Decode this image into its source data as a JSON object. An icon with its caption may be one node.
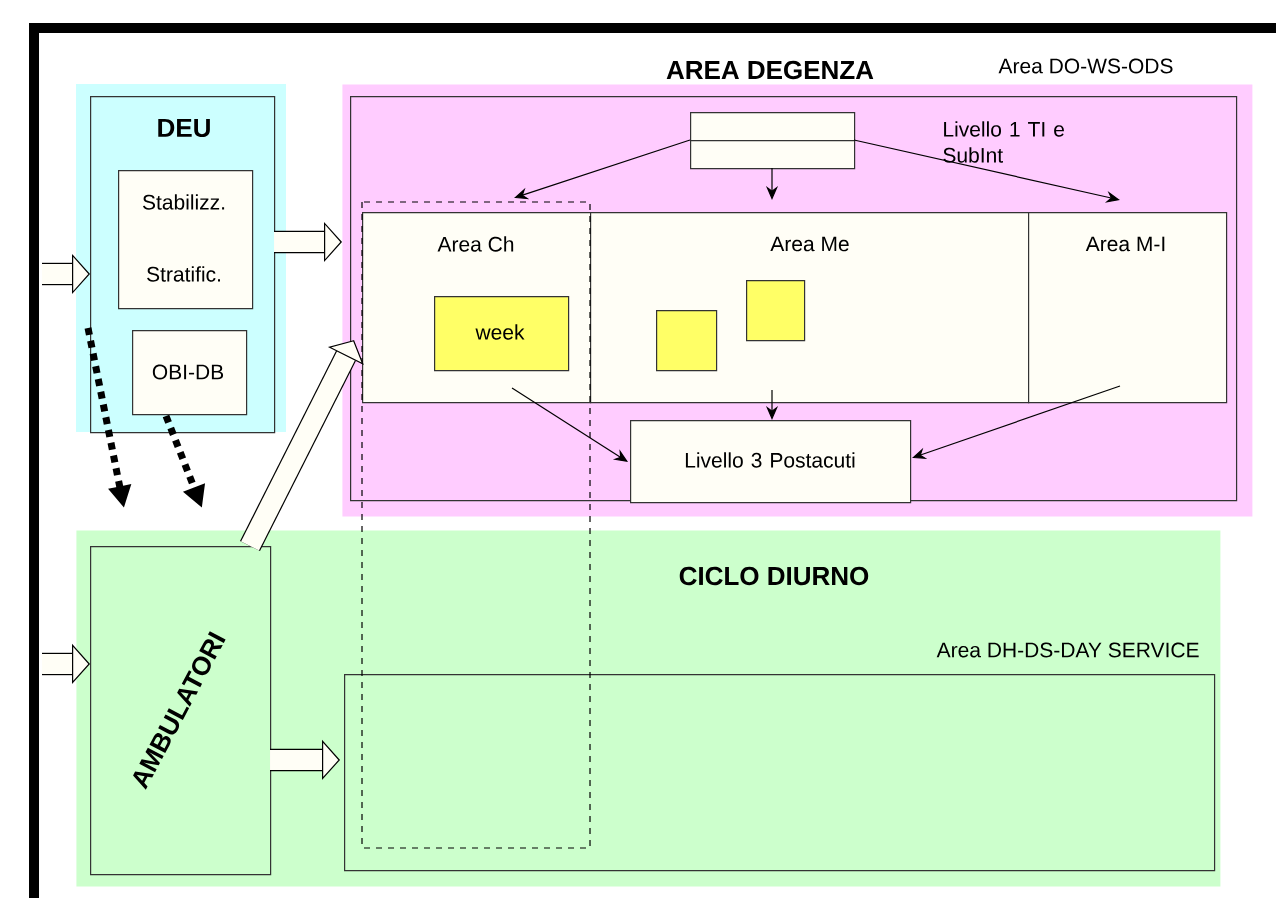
{
  "diagram": {
    "nodes": [
      {
        "text": [
          "DEU"
        ]
      },
      {
        "text": [
          "Stabilizz. Stratific."
        ],
        "in": 0
      },
      {
        "text": [
          "OBI-DB"
        ],
        "in": 0
      },
      {
        "text": [
          "AREA DEGENZA"
        ]
      },
      {
        "text": [
          "Area DO-WS-ODS"
        ],
        "in": 3
      },
      {
        "text": [],
        "shape": "box",
        "in": 4
      },
      {
        "text": [
          "Area Ch"
        ],
        "in": 4
      },
      {
        "text": [
          "week"
        ],
        "in": 6
      },
      {
        "text": [
          "Area Me"
        ],
        "in": 4
      },
      {
        "text": [],
        "shape": "box",
        "in": 8
      },
      {
        "text": [],
        "shape": "box",
        "in": 8
      },
      {
        "text": [
          "Area M-I"
        ],
        "in": 4
      },
      {
        "text": [
          "Livello 3 Postacuti"
        ],
        "in": 4
      },
      {
        "text": [
          "CICLO DIURNO"
        ]
      },
      {
        "text": [
          "AMBULATORI"
        ],
        "in": 13
      },
      {
        "text": [
          "Area DH-DS-DAY SERVICE"
        ],
        "in": 13
      }
    ],
    "edges": [
      {
        "from": null,
        "to": 0,
        "arrow": "to",
        "style": "thick"
      },
      {
        "from": 0,
        "to": 3,
        "arrow": "to",
        "style": "thick"
      },
      {
        "from": 14,
        "to": 3,
        "arrow": "to",
        "style": "thick"
      },
      {
        "from": 0,
        "to": 14,
        "arrow": "to",
        "style": "dashed"
      },
      {
        "from": 2,
        "to": 14,
        "arrow": "to",
        "style": "dashed"
      },
      {
        "from": null,
        "to": 14,
        "arrow": "to",
        "style": "thick"
      },
      {
        "from": 14,
        "to": 15,
        "arrow": "to",
        "style": "thick"
      },
      {
        "from": 5,
        "to": 6,
        "arrow": "to"
      },
      {
        "from": 5,
        "to": 8,
        "arrow": "to"
      },
      {
        "from": 5,
        "to": 11,
        "arrow": "to"
      },
      {
        "from": 6,
        "to": 12,
        "arrow": "to"
      },
      {
        "from": 8,
        "to": 12,
        "arrow": "to"
      },
      {
        "from": 11,
        "to": 12,
        "arrow": "to"
      }
    ],
    "labels": [
      "Livello 1 TI e SubInt"
    ]
  }
}
